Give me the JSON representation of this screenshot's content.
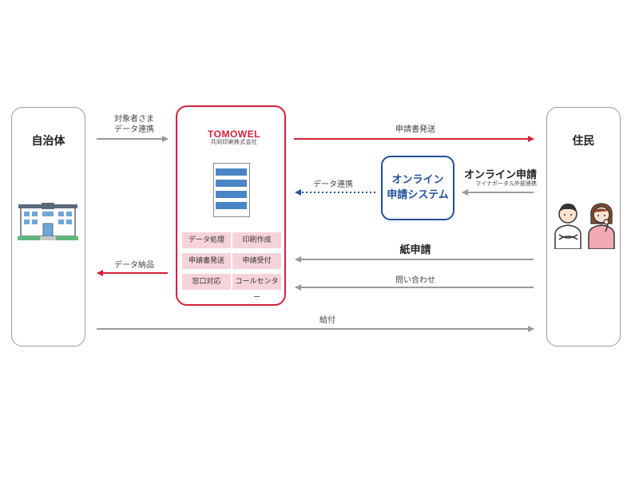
{
  "municipality": {
    "title": "自治体",
    "icon": "municipal-building-icon"
  },
  "residents": {
    "title": "住民",
    "icons": [
      "man-arms-crossed-icon",
      "woman-thinking-icon"
    ]
  },
  "provider": {
    "logo": "TOMOWEL",
    "company": "共同印刷株式会社",
    "server_icon": "server-icon",
    "functions": [
      "データ処理",
      "印刷作成",
      "申請書発送",
      "申請受付",
      "窓口対応",
      "コールセンター"
    ]
  },
  "online_system": {
    "line1": "オンライン",
    "line2": "申請システム"
  },
  "flows": {
    "target_data_line1": "対象者さま",
    "target_data_line2": "データ連携",
    "application_send": "申請書発送",
    "online_application": "オンライン申請",
    "online_application_sub": "マイナポータル外部連携",
    "data_link": "データ連携",
    "paper_application": "紙申請",
    "inquiry": "問い合わせ",
    "data_delivery": "データ納品",
    "payment": "給付"
  },
  "colors": {
    "red": "#d6203b",
    "gray": "#9a9a9a",
    "blue": "#1f4f9c",
    "server_bar": "#4a86c5",
    "function_bg": "#f6d3db"
  }
}
